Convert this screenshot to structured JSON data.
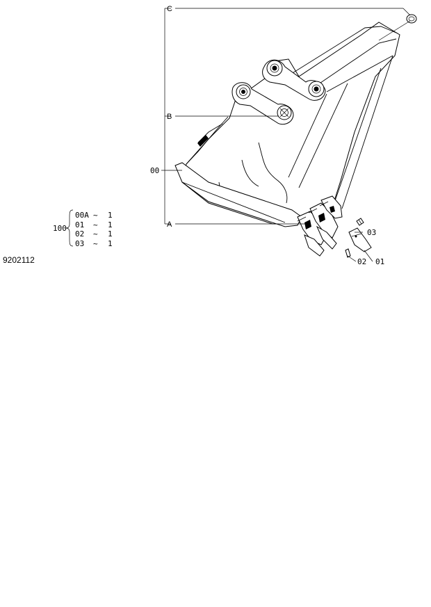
{
  "drawing_number": "9202112",
  "callouts": {
    "C": "C",
    "B": "B",
    "A": "A",
    "p00": "00",
    "p03": "03",
    "p02": "02",
    "p01": "01"
  },
  "assembly": {
    "id": "100",
    "rows": [
      {
        "part": "00A",
        "range": "~",
        "qty": "1"
      },
      {
        "part": "01",
        "range": "~",
        "qty": "1"
      },
      {
        "part": "02",
        "range": "~",
        "qty": "1"
      },
      {
        "part": "03",
        "range": "~",
        "qty": "1"
      }
    ]
  }
}
